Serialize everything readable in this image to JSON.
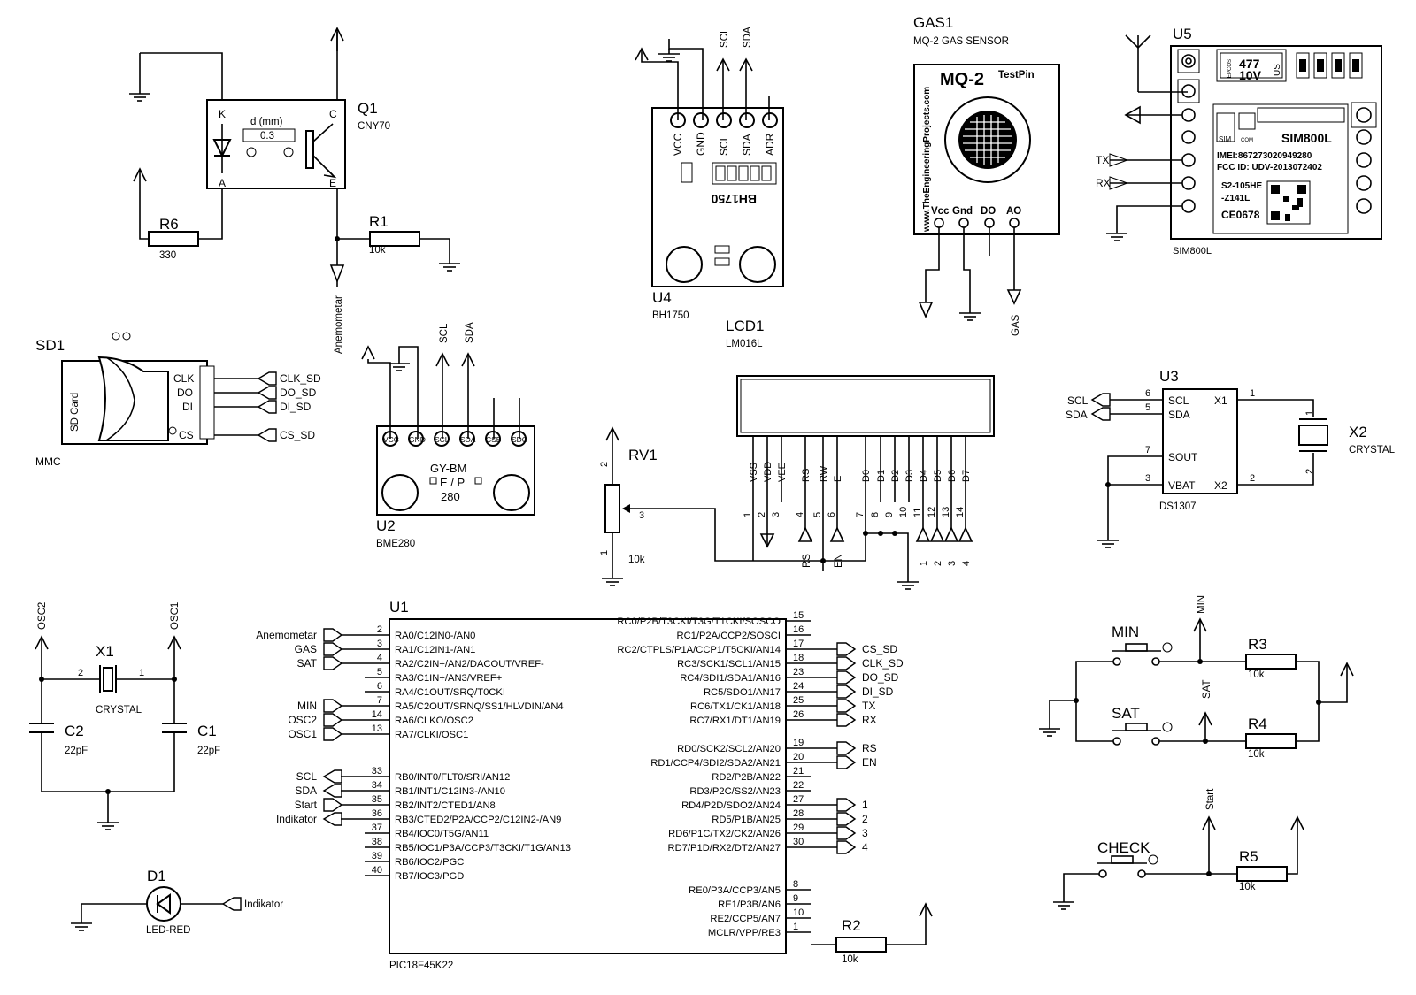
{
  "q1": {
    "ref": "Q1",
    "value": "CNY70",
    "k": "K",
    "a": "A",
    "c": "C",
    "e": "E",
    "d_label": "d (mm)",
    "d_value": "0.3"
  },
  "r6": {
    "ref": "R6",
    "value": "330"
  },
  "r1": {
    "ref": "R1",
    "value": "10k"
  },
  "anemometar_label": "Anemometar",
  "u4": {
    "ref": "U4",
    "value": "BH1750",
    "pins": [
      "VCC",
      "GND",
      "SCL",
      "SDA",
      "ADR"
    ],
    "board": "BH1750",
    "net_scl": "SCL",
    "net_sda": "SDA"
  },
  "lcd1": {
    "ref": "LCD1",
    "value": "LM016L",
    "pins": [
      {
        "label": "VSS",
        "num": "1"
      },
      {
        "label": "VDD",
        "num": "2"
      },
      {
        "label": "VEE",
        "num": "3"
      },
      {
        "label": "RS",
        "num": "4"
      },
      {
        "label": "RW",
        "num": "5"
      },
      {
        "label": "E",
        "num": "6"
      },
      {
        "label": "D0",
        "num": "7"
      },
      {
        "label": "D1",
        "num": "8"
      },
      {
        "label": "D2",
        "num": "9"
      },
      {
        "label": "D3",
        "num": "10"
      },
      {
        "label": "D4",
        "num": "11"
      },
      {
        "label": "D5",
        "num": "12"
      },
      {
        "label": "D6",
        "num": "13"
      },
      {
        "label": "D7",
        "num": "14"
      }
    ],
    "net_rs": "RS",
    "net_en": "EN",
    "data_nets": [
      "1",
      "2",
      "3",
      "4"
    ]
  },
  "gas1": {
    "ref": "GAS1",
    "value": "MQ-2 GAS SENSOR",
    "title": "MQ-2",
    "testpin": "TestPin",
    "website": "www.TheEngineeringProjects.com",
    "pins": [
      "Vcc",
      "Gnd",
      "DO",
      "AO"
    ],
    "net_gas": "GAS"
  },
  "u5": {
    "ref": "U5",
    "value": "SIM800L",
    "cap_line1": "477",
    "cap_line2": "10V",
    "cap_us": "US",
    "cap_brand": "EPCOS",
    "module": "SIM800L",
    "sim": "SIM",
    "com": "COM",
    "imei": "IMEI:867273020949280",
    "fcc": "FCC ID: UDV-2013072402",
    "model1": "S2-105HE",
    "model2": "-Z141L",
    "ce": "CE0678",
    "net_tx": "TX",
    "net_rx": "RX"
  },
  "sd1": {
    "ref": "SD1",
    "value": "MMC",
    "card": "SD Card",
    "pins": [
      "CLK",
      "DO",
      "DI",
      "CS"
    ],
    "nets": [
      "CLK_SD",
      "DO_SD",
      "DI_SD",
      "CS_SD"
    ]
  },
  "u2": {
    "ref": "U2",
    "value": "BME280",
    "pins": [
      "VCC",
      "GND",
      "SCL",
      "SDA",
      "CSB",
      "SDO"
    ],
    "board1": "GY-BM",
    "board2": "E / P",
    "board3": "280",
    "net_scl": "SCL",
    "net_sda": "SDA"
  },
  "rv1": {
    "ref": "RV1",
    "value": "10k",
    "pin1": "1",
    "pin2": "2",
    "pin3": "3"
  },
  "u3": {
    "ref": "U3",
    "value": "DS1307",
    "left": [
      {
        "label": "SCL",
        "num": "6"
      },
      {
        "label": "SDA",
        "num": "5"
      },
      {
        "label": "SOUT",
        "num": "7"
      },
      {
        "label": "VBAT",
        "num": "3"
      }
    ],
    "right": [
      {
        "label": "X1",
        "num": "1"
      },
      {
        "label": "X2",
        "num": "2"
      }
    ],
    "net_scl": "SCL",
    "net_sda": "SDA"
  },
  "x2": {
    "ref": "X2",
    "value": "CRYSTAL",
    "pin1": "1",
    "pin2": "2"
  },
  "x1": {
    "ref": "X1",
    "value": "CRYSTAL",
    "pin1": "1",
    "pin2": "2",
    "osc1": "OSC1",
    "osc2": "OSC2"
  },
  "c1": {
    "ref": "C1",
    "value": "22pF"
  },
  "c2": {
    "ref": "C2",
    "value": "22pF"
  },
  "d1": {
    "ref": "D1",
    "value": "LED-RED",
    "net": "Indikator"
  },
  "u1": {
    "ref": "U1",
    "value": "PIC18F45K22",
    "left": [
      {
        "num": "2",
        "label": "RA0/C12IN0-/AN0",
        "net": "Anemometar"
      },
      {
        "num": "3",
        "label": "RA1/C12IN1-/AN1",
        "net": "GAS"
      },
      {
        "num": "4",
        "label": "RA2/C2IN+/AN2/DACOUT/VREF-",
        "net": "SAT"
      },
      {
        "num": "5",
        "label": "RA3/C1IN+/AN3/VREF+",
        "net": ""
      },
      {
        "num": "6",
        "label": "RA4/C1OUT/SRQ/T0CKI",
        "net": ""
      },
      {
        "num": "7",
        "label": "RA5/C2OUT/SRNQ/SS1/HLVDIN/AN4",
        "net": "MIN"
      },
      {
        "num": "14",
        "label": "RA6/CLKO/OSC2",
        "net": "OSC2"
      },
      {
        "num": "13",
        "label": "RA7/CLKI/OSC1",
        "net": "OSC1"
      },
      {
        "num": "33",
        "label": "RB0/INT0/FLT0/SRI/AN12",
        "net": "SCL"
      },
      {
        "num": "34",
        "label": "RB1/INT1/C12IN3-/AN10",
        "net": "SDA"
      },
      {
        "num": "35",
        "label": "RB2/INT2/CTED1/AN8",
        "net": "Start"
      },
      {
        "num": "36",
        "label": "RB3/CTED2/P2A/CCP2/C12IN2-/AN9",
        "net": "Indikator"
      },
      {
        "num": "37",
        "label": "RB4/IOC0/T5G/AN11",
        "net": ""
      },
      {
        "num": "38",
        "label": "RB5/IOC1/P3A/CCP3/T3CKI/T1G/AN13",
        "net": ""
      },
      {
        "num": "39",
        "label": "RB6/IOC2/PGC",
        "net": ""
      },
      {
        "num": "40",
        "label": "RB7/IOC3/PGD",
        "net": ""
      }
    ],
    "right": [
      {
        "num": "15",
        "label": "RC0/P2B/T3CKI/T3G/T1CKI/SOSCO",
        "net": ""
      },
      {
        "num": "16",
        "label": "RC1/P2A/CCP2/SOSCI",
        "net": ""
      },
      {
        "num": "17",
        "label": "RC2/CTPLS/P1A/CCP1/T5CKI/AN14",
        "net": "CS_SD"
      },
      {
        "num": "18",
        "label": "RC3/SCK1/SCL1/AN15",
        "net": "CLK_SD"
      },
      {
        "num": "23",
        "label": "RC4/SDI1/SDA1/AN16",
        "net": "DO_SD"
      },
      {
        "num": "24",
        "label": "RC5/SDO1/AN17",
        "net": "DI_SD"
      },
      {
        "num": "25",
        "label": "RC6/TX1/CK1/AN18",
        "net": "TX"
      },
      {
        "num": "26",
        "label": "RC7/RX1/DT1/AN19",
        "net": "RX"
      },
      {
        "num": "19",
        "label": "RD0/SCK2/SCL2/AN20",
        "net": "RS"
      },
      {
        "num": "20",
        "label": "RD1/CCP4/SDI2/SDA2/AN21",
        "net": "EN"
      },
      {
        "num": "21",
        "label": "RD2/P2B/AN22",
        "net": ""
      },
      {
        "num": "22",
        "label": "RD3/P2C/SS2/AN23",
        "net": ""
      },
      {
        "num": "27",
        "label": "RD4/P2D/SDO2/AN24",
        "net": "1"
      },
      {
        "num": "28",
        "label": "RD5/P1B/AN25",
        "net": "2"
      },
      {
        "num": "29",
        "label": "RD6/P1C/TX2/CK2/AN26",
        "net": "3"
      },
      {
        "num": "30",
        "label": "RD7/P1D/RX2/DT2/AN27",
        "net": "4"
      },
      {
        "num": "8",
        "label": "RE0/P3A/CCP3/AN5",
        "net": ""
      },
      {
        "num": "9",
        "label": "RE1/P3B/AN6",
        "net": ""
      },
      {
        "num": "10",
        "label": "RE2/CCP5/AN7",
        "net": ""
      },
      {
        "num": "1",
        "label": "MCLR/VPP/RE3",
        "net": ""
      }
    ]
  },
  "r2": {
    "ref": "R2",
    "value": "10k"
  },
  "min_btn": {
    "ref": "MIN",
    "net": "MIN"
  },
  "sat_btn": {
    "ref": "SAT",
    "net": "SAT"
  },
  "r3": {
    "ref": "R3",
    "value": "10k"
  },
  "r4": {
    "ref": "R4",
    "value": "10k"
  },
  "check_btn": {
    "ref": "CHECK",
    "net": "Start"
  },
  "r5": {
    "ref": "R5",
    "value": "10k"
  }
}
